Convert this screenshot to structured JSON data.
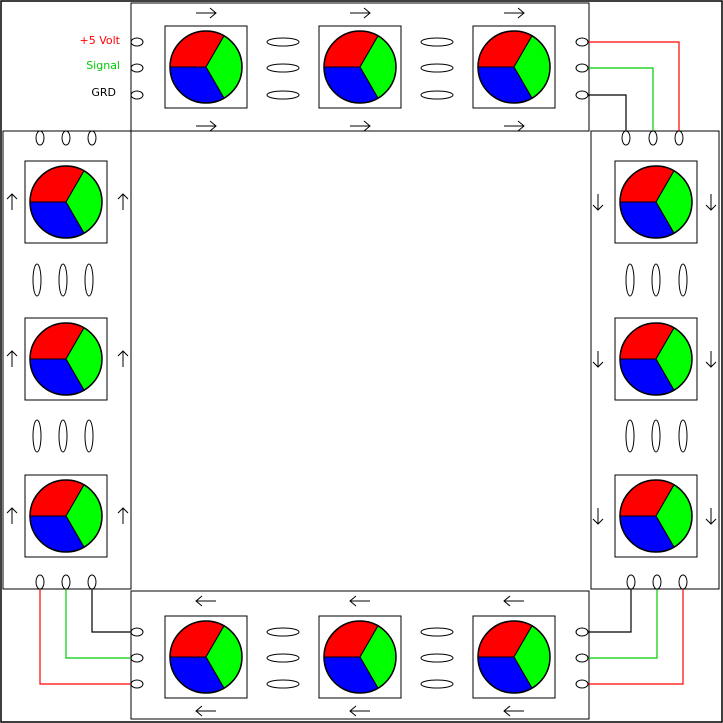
{
  "labels": {
    "vcc": "+5 Volt",
    "signal": "Signal",
    "ground": "GRD"
  },
  "colors": {
    "vcc": "#ff0000",
    "signal": "#00cc00",
    "ground": "#000000",
    "led_red": "#ff0000",
    "led_green": "#00ff00",
    "led_blue": "#0000ff",
    "outline": "#000000",
    "background": "#ffffff"
  },
  "strips": [
    {
      "name": "top",
      "led_count": 3,
      "flow_direction": "right",
      "arrow_glyph": "→"
    },
    {
      "name": "right",
      "led_count": 3,
      "flow_direction": "down",
      "arrow_glyph": "↓"
    },
    {
      "name": "bottom",
      "led_count": 3,
      "flow_direction": "left",
      "arrow_glyph": "←"
    },
    {
      "name": "left",
      "led_count": 3,
      "flow_direction": "up",
      "arrow_glyph": "↑"
    }
  ],
  "icons": {
    "led": "rgb-led-icon",
    "pad": "solder-pad-icon",
    "arrow": "direction-arrow-icon"
  }
}
